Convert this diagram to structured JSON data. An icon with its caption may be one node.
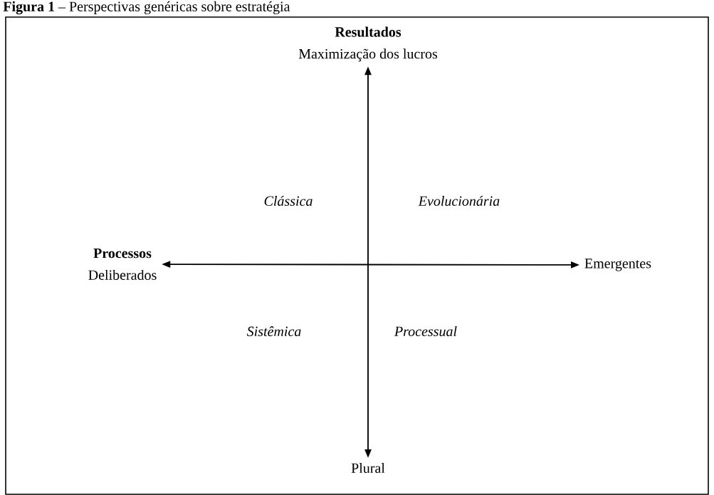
{
  "diagram": {
    "title": "**Figura 1** – Perspectivas genéricas sobre estratégia",
    "nodes": [
      {
        "text": [
          "Resultados",
          "Maximização dos lucros"
        ]
      },
      {
        "text": [
          "Plural"
        ]
      },
      {
        "text": [
          "Processos",
          "Deliberados"
        ]
      },
      {
        "text": [
          "Emergentes"
        ]
      }
    ],
    "edges": [
      {
        "from": 0,
        "to": 1,
        "arrow": "both"
      },
      {
        "from": 2,
        "to": 3,
        "arrow": "both"
      }
    ],
    "labels": [
      "Clássica",
      "Evolucionária",
      "Sistêmica",
      "Processual"
    ]
  }
}
